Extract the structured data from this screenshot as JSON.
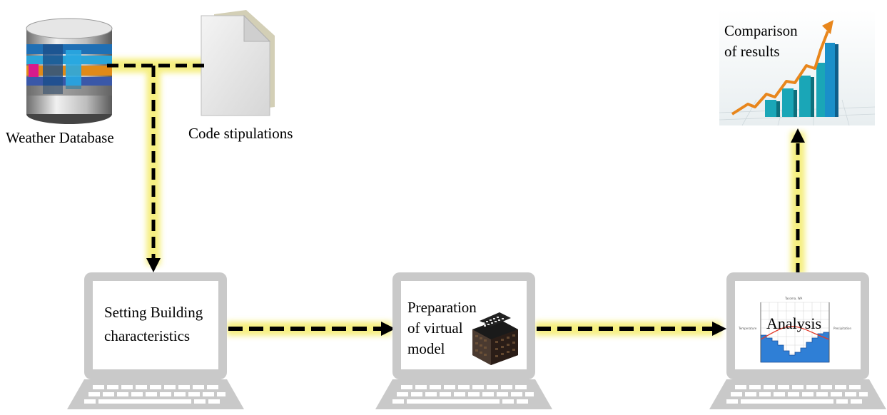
{
  "nodes": {
    "weather_database": {
      "label": "Weather Database",
      "icon": "database-icon"
    },
    "code_stipulations": {
      "label": "Code stipulations",
      "icon": "document-icon"
    },
    "setting_building": {
      "label_line1": "Setting Building",
      "label_line2": "characteristics",
      "icon": "laptop-icon"
    },
    "virtual_model": {
      "label_line1": "Preparation",
      "label_line2": "of virtual",
      "label_line3": "model",
      "icon": "building-icon"
    },
    "analysis": {
      "label": "Analysis",
      "icon": "climate-chart-icon"
    },
    "comparison": {
      "label_line1": "Comparison",
      "label_line2": "of results",
      "icon": "growth-chart-icon"
    }
  },
  "colors": {
    "arrow": "#000000",
    "glow": "#f6f07a",
    "laptop_frame": "#c9c9c9",
    "laptop_screen": "#ffffff",
    "chart_bar": "#2f7fd6",
    "trend_line": "#e8861c",
    "bar_teal": "#1aa6b7"
  }
}
